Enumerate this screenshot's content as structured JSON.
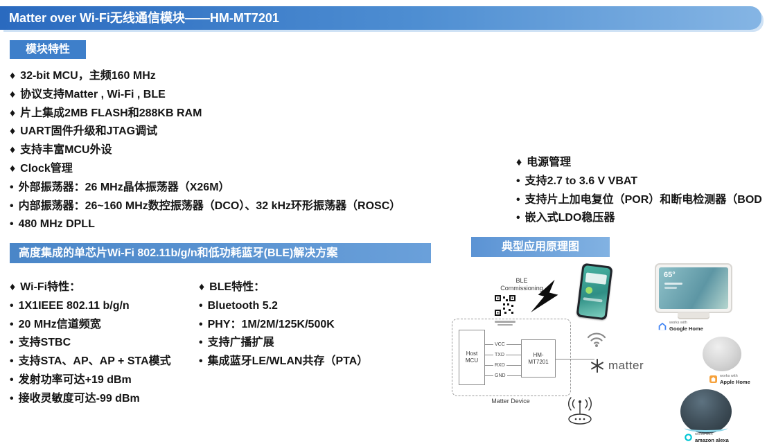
{
  "header": {
    "title": "Matter over Wi-Fi无线通信模块——HM-MT7201"
  },
  "module_features": {
    "badge": "模块特性",
    "items": [
      {
        "m": "♦",
        "t": "32-bit MCU，主频160 MHz"
      },
      {
        "m": "♦",
        "t": "协议支持Matter , Wi-Fi , BLE"
      },
      {
        "m": "♦",
        "t": "片上集成2MB FLASH和288KB RAM"
      },
      {
        "m": "♦",
        "t": "UART固件升级和JTAG调试"
      },
      {
        "m": "♦",
        "t": "支持丰富MCU外设"
      },
      {
        "m": "♦",
        "t": "Clock管理"
      },
      {
        "m": "•",
        "t": "外部振荡器：26 MHz晶体振荡器（X26M）"
      },
      {
        "m": "•",
        "t": "内部振荡器：26~160 MHz数控振荡器（DCO）、32 kHz环形振荡器（ROSC）"
      },
      {
        "m": "•",
        "t": "480 MHz DPLL"
      }
    ]
  },
  "power": {
    "items": [
      {
        "m": "♦",
        "t": "电源管理"
      },
      {
        "m": "•",
        "t": "支持2.7 to 3.6 V VBAT"
      },
      {
        "m": "•",
        "t": "支持片上加电复位（POR）和断电检测器（BOD"
      },
      {
        "m": "•",
        "t": "嵌入式LDO稳压器"
      }
    ]
  },
  "solution_banner": {
    "title": "高度集成的单芯片Wi-Fi 802.11b/g/n和低功耗蓝牙(BLE)解决方案"
  },
  "wifi": {
    "items": [
      {
        "m": "♦",
        "t": "Wi-Fi特性："
      },
      {
        "m": "•",
        "t": "1X1IEEE 802.11 b/g/n"
      },
      {
        "m": "•",
        "t": "20 MHz信道频宽"
      },
      {
        "m": "•",
        "t": "支持STBC"
      },
      {
        "m": "•",
        "t": "支持STA、AP、AP + STA模式"
      },
      {
        "m": "•",
        "t": "发射功率可达+19 dBm"
      },
      {
        "m": "•",
        "t": "接收灵敏度可达-99 dBm"
      }
    ]
  },
  "ble": {
    "items": [
      {
        "m": "♦",
        "t": "BLE特性："
      },
      {
        "m": "•",
        "t": "Bluetooth 5.2"
      },
      {
        "m": "•",
        "t": "PHY：1M/2M/125K/500K"
      },
      {
        "m": "•",
        "t": "支持广播扩展"
      },
      {
        "m": "•",
        "t": "集成蓝牙LE/WLAN共存（PTA）"
      }
    ]
  },
  "diagram": {
    "banner": "典型应用原理图",
    "ble_commissioning": "BLE\nCommissioning",
    "host_mcu": "Host\nMCU",
    "module": "HM-\nMT7201",
    "wires": [
      "VCC",
      "TXD",
      "RXD",
      "GND"
    ],
    "matter_device_label": "Matter Device",
    "matter_logo_text": "matter",
    "hub_temp": "65°",
    "badges": [
      {
        "line1": "works with",
        "line2": "Google Home"
      },
      {
        "line1": "works with",
        "line2": "Apple Home"
      },
      {
        "line1": "works with",
        "line2": "amazon alexa"
      }
    ]
  },
  "colors": {
    "accent_blue": "#3e7fca",
    "banner_blue": "#4a86c8"
  }
}
